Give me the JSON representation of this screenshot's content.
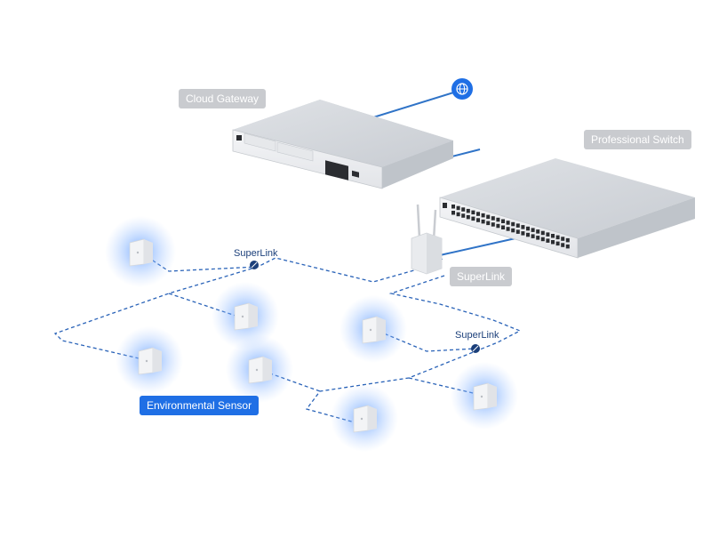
{
  "labels": {
    "cloud_gateway": "Cloud Gateway",
    "professional_switch": "Professional Switch",
    "superlink_device": "SuperLink",
    "environmental_sensor": "Environmental Sensor",
    "superlink_link_1": "SuperLink",
    "superlink_link_2": "SuperLink"
  },
  "colors": {
    "accent_blue": "#1f6fe5",
    "link_blue": "#2f73c7",
    "dashed_blue": "#2a63b8",
    "label_gray": "#c9cbcf",
    "device_gray": "#d7dadf",
    "glow_blue": "#5c9bff"
  },
  "icons": {
    "internet": "globe-icon",
    "link_marker": "superlink-marker-icon"
  }
}
